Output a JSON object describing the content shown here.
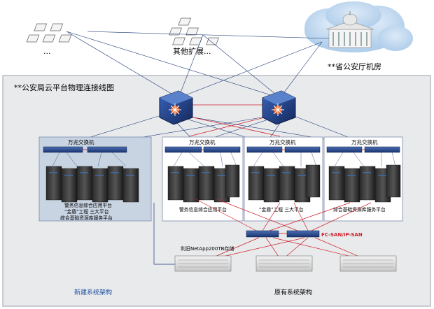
{
  "diagram": {
    "title": "**公安局云平台物理连接线图",
    "top_labels": {
      "left_dots": "...",
      "middle": "其他扩展...",
      "right": "**省公安厅机房"
    },
    "new_system": {
      "switch_label": "万兆交换机",
      "platform_text": [
        "警务信息综合应用平台",
        "“金盾”工程 三大平台",
        "综合基础资源库服务平台"
      ],
      "footer": "新建系统架构"
    },
    "old_system": {
      "groups": [
        {
          "switch_label": "万兆交换机",
          "platform_text": "警务信息综合应用平台"
        },
        {
          "switch_label": "万兆交换机",
          "platform_text": "“金盾”工程 三大平台"
        },
        {
          "switch_label": "万兆交换机",
          "platform_text": "综合基础资源库服务平台"
        }
      ],
      "san_label": "FC-SAN/IP-SAN",
      "storage_label": "利旧NetApp200TB存储",
      "footer": "原有系统架构"
    },
    "colors": {
      "outer_panel": "#e8eaec",
      "new_panel": "#c9d4e3",
      "old_panel": "#ffffff",
      "cloud": "#a8c8e8",
      "link_red": "#d0202a",
      "link_blue": "#1f3a78",
      "san_text": "#d0202a"
    }
  }
}
